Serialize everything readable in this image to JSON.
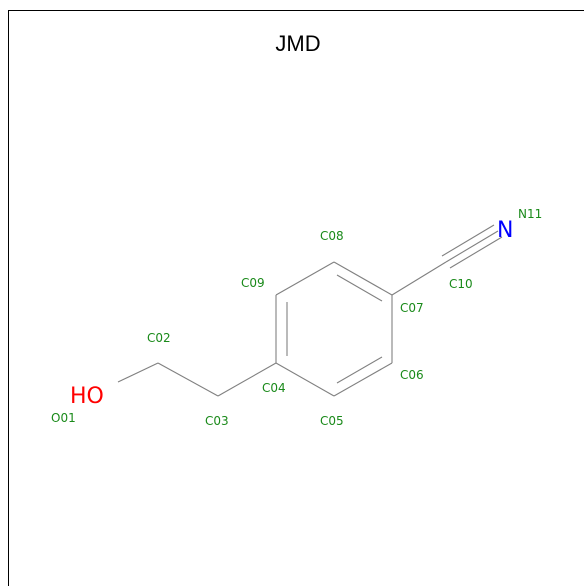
{
  "title": "JMD",
  "colors": {
    "bond": "#808080",
    "atom_label": "#1a8a1a",
    "oxygen": "#ff0000",
    "nitrogen": "#0000ff"
  },
  "atoms": {
    "O01": {
      "name": "O01",
      "element_text": "HO"
    },
    "C02": {
      "name": "C02"
    },
    "C03": {
      "name": "C03"
    },
    "C04": {
      "name": "C04"
    },
    "C05": {
      "name": "C05"
    },
    "C06": {
      "name": "C06"
    },
    "C07": {
      "name": "C07"
    },
    "C08": {
      "name": "C08"
    },
    "C09": {
      "name": "C09"
    },
    "C10": {
      "name": "C10"
    },
    "N11": {
      "name": "N11",
      "element_text": "N"
    }
  }
}
